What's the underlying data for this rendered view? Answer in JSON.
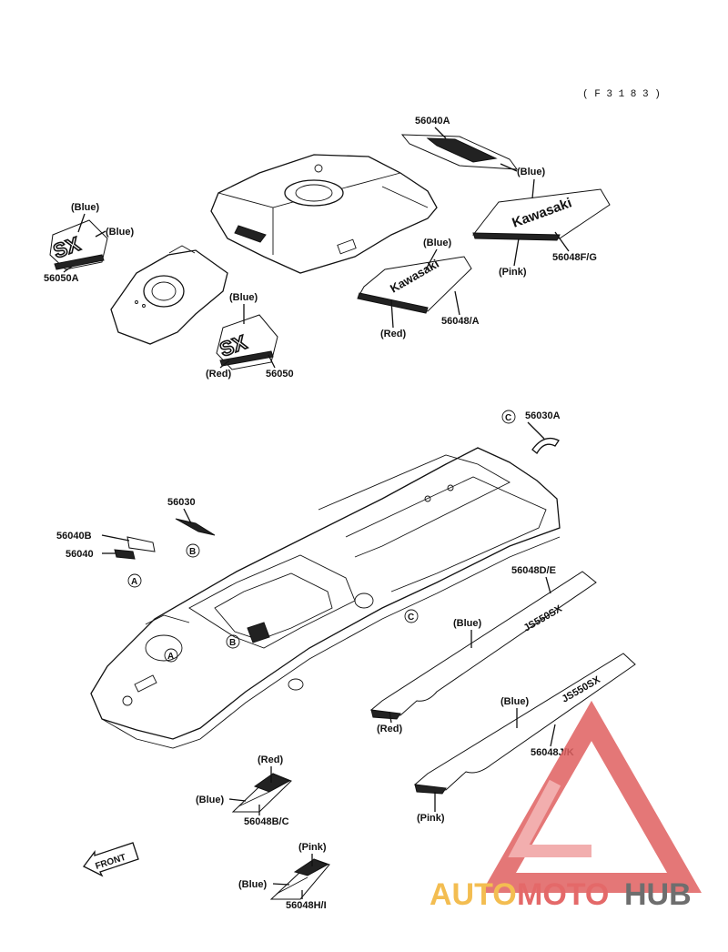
{
  "figure_ref": "( F 3 1 8 3 )",
  "labels": {
    "p56040A": "56040A",
    "p56048FG": "56048F/G",
    "p56048A": "56048/A",
    "p56050A": "56050A",
    "p56050": "56050",
    "p56030A": "56030A",
    "p56030": "56030",
    "p56040B": "56040B",
    "p56040": "56040",
    "p56048DE": "56048D/E",
    "p56048JK": "56048J/K",
    "p56048BC": "56048B/C",
    "p56048HI": "56048H/I"
  },
  "colors": {
    "blue": "(Blue)",
    "red": "(Red)",
    "pink": "(Pink)"
  },
  "callouts": {
    "a": "A",
    "b": "B",
    "c": "C"
  },
  "front_arrow": "FRONT",
  "decal_text": {
    "kawasaki": "Kawasaki",
    "sx": "SX",
    "model": "JS550SX"
  },
  "watermark": {
    "auto": "AUTO",
    "moto": "MOTO",
    "hub": "HUB"
  }
}
